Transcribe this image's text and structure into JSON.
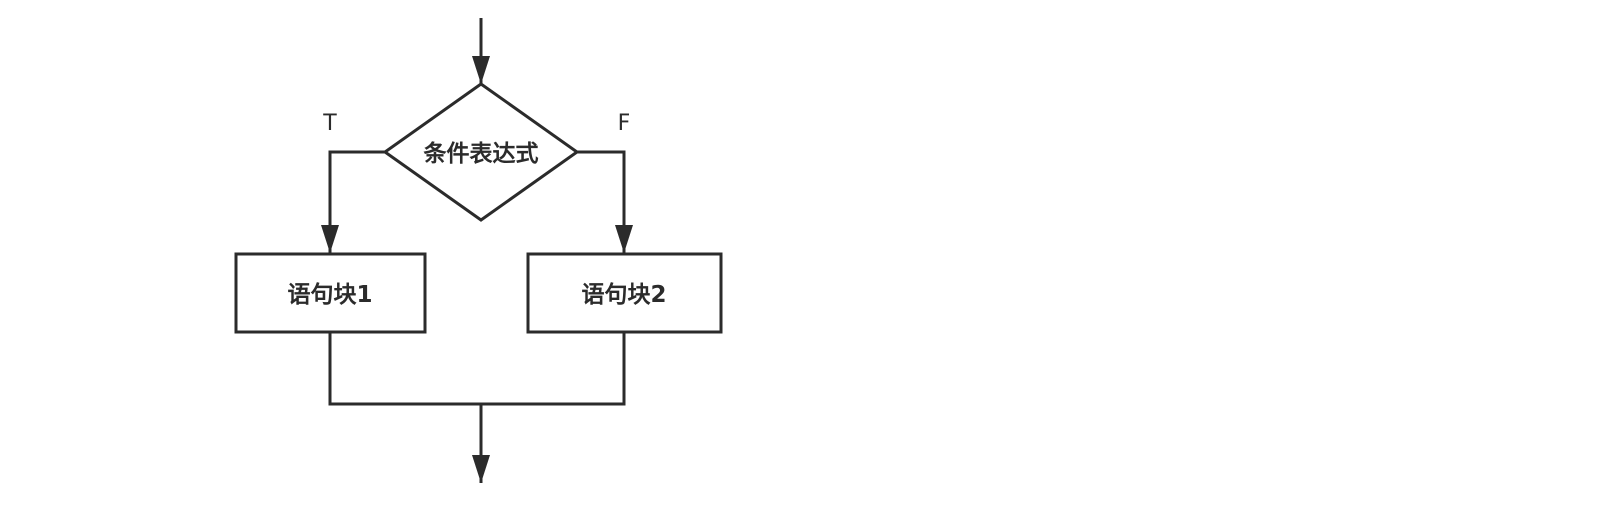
{
  "diagram": {
    "decision": {
      "label": "条件表达式"
    },
    "branches": {
      "true_label": "T",
      "false_label": "F"
    },
    "blocks": [
      {
        "label": "语句块1"
      },
      {
        "label": "语句块2"
      }
    ],
    "colors": {
      "stroke": "#2b2b2b",
      "background": "#ffffff"
    }
  }
}
